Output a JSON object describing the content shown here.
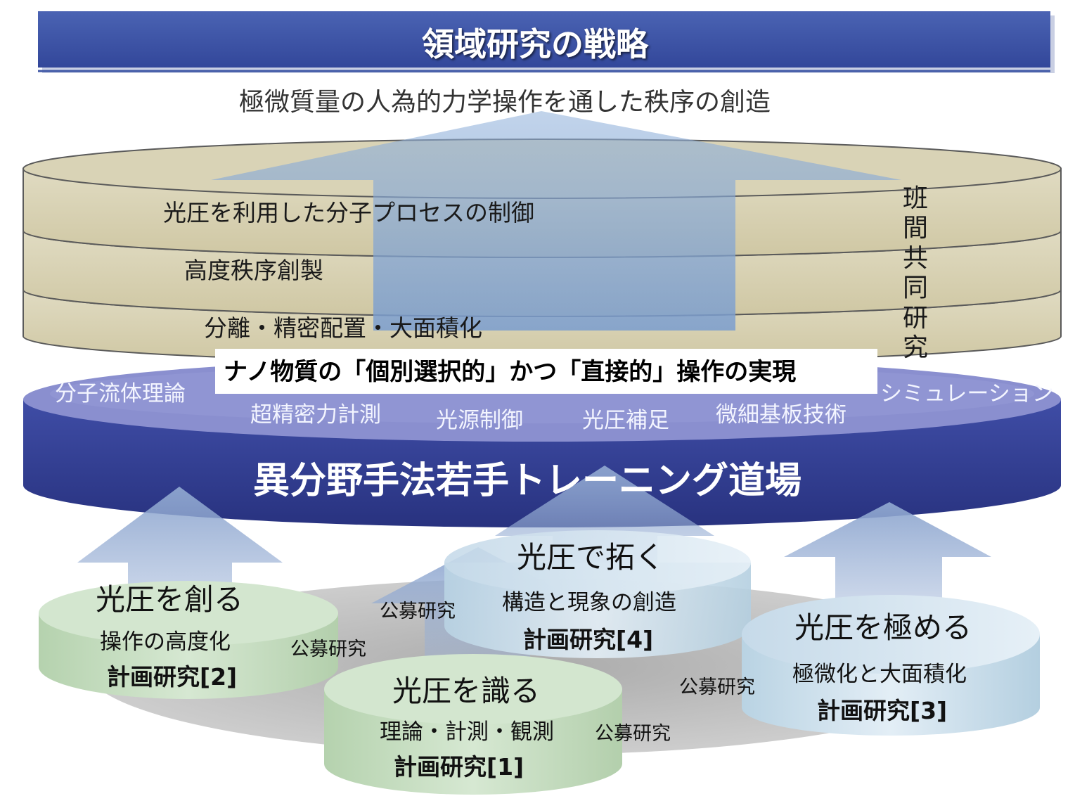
{
  "title": "領域研究の戦略",
  "goal": "極微質量の人為的力学操作を通した秩序の創造",
  "layers": [
    "光圧を利用した分子プロセスの制御",
    "高度秩序創製",
    "分離・精密配置・大面積化"
  ],
  "cross_group": "班間共同研究",
  "banner": "ナノ物質の「個別選択的」かつ「直接的」操作の実現",
  "dojo": {
    "title": "異分野手法若手トレーニング道場",
    "techniques": [
      "分子流体理論",
      "超精密力計測",
      "光源制御",
      "光圧補足",
      "微細基板技術",
      "シミュレーション"
    ]
  },
  "projects": [
    {
      "name": "光圧を創る",
      "sub": "操作の高度化",
      "label": "計画研究[2]"
    },
    {
      "name": "光圧で拓く",
      "sub": "構造と現象の創造",
      "label": "計画研究[4]"
    },
    {
      "name": "光圧を識る",
      "sub": "理論・計測・観測",
      "label": "計画研究[1]"
    },
    {
      "name": "光圧を極める",
      "sub": "極微化と大面積化",
      "label": "計画研究[3]"
    }
  ],
  "public_research": [
    "公募研究",
    "公募研究",
    "公募研究",
    "公募研究"
  ],
  "colors": {
    "title_bar": "#3f57a6",
    "layer_fill": "#d8d2b4",
    "dojo_band": "#2e3a8c",
    "dojo_top": "#8a8fd0",
    "green_cylinder": "#c5dcc0",
    "blue_cylinder": "#d5e4ee",
    "arrow": "#7f9fce"
  }
}
